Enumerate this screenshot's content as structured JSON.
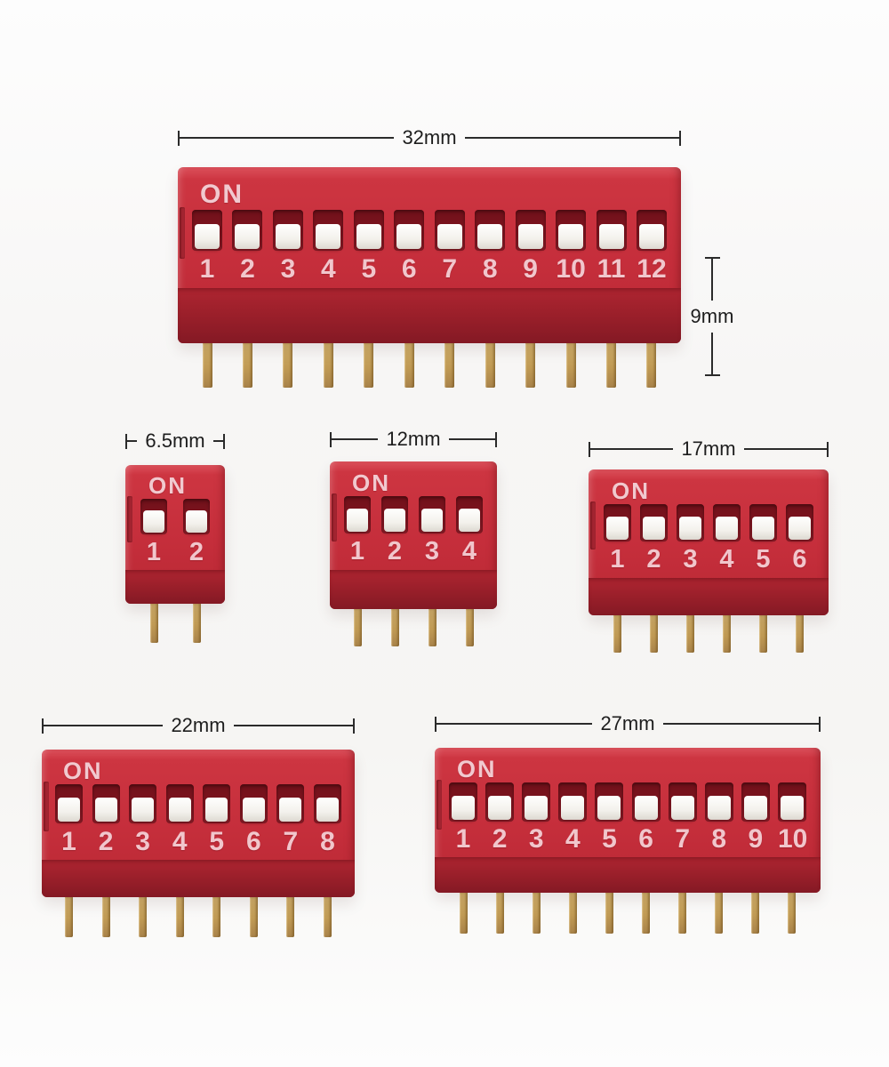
{
  "colors": {
    "body_red": "#c52e3b",
    "body_red_light": "#dd515c",
    "body_red_dark": "#841924",
    "slot_recess_red": "#7e141f",
    "slider_white": "#f3f1ec",
    "label_pink": "#f1c6cc",
    "pin_gold": "#c09a54",
    "dimension_line": "#2b2b2b",
    "background": "#f7f6f5"
  },
  "switches": [
    {
      "name": "dip-switch-12",
      "on_label": "ON",
      "width_label": "32mm",
      "height_label": "9mm",
      "positions": [
        "1",
        "2",
        "3",
        "4",
        "5",
        "6",
        "7",
        "8",
        "9",
        "10",
        "11",
        "12"
      ]
    },
    {
      "name": "dip-switch-2",
      "on_label": "ON",
      "width_label": "6.5mm",
      "positions": [
        "1",
        "2"
      ]
    },
    {
      "name": "dip-switch-4",
      "on_label": "ON",
      "width_label": "12mm",
      "positions": [
        "1",
        "2",
        "3",
        "4"
      ]
    },
    {
      "name": "dip-switch-6",
      "on_label": "ON",
      "width_label": "17mm",
      "positions": [
        "1",
        "2",
        "3",
        "4",
        "5",
        "6"
      ]
    },
    {
      "name": "dip-switch-8",
      "on_label": "ON",
      "width_label": "22mm",
      "positions": [
        "1",
        "2",
        "3",
        "4",
        "5",
        "6",
        "7",
        "8"
      ]
    },
    {
      "name": "dip-switch-10",
      "on_label": "ON",
      "width_label": "27mm",
      "positions": [
        "1",
        "2",
        "3",
        "4",
        "5",
        "6",
        "7",
        "8",
        "9",
        "10"
      ]
    }
  ]
}
